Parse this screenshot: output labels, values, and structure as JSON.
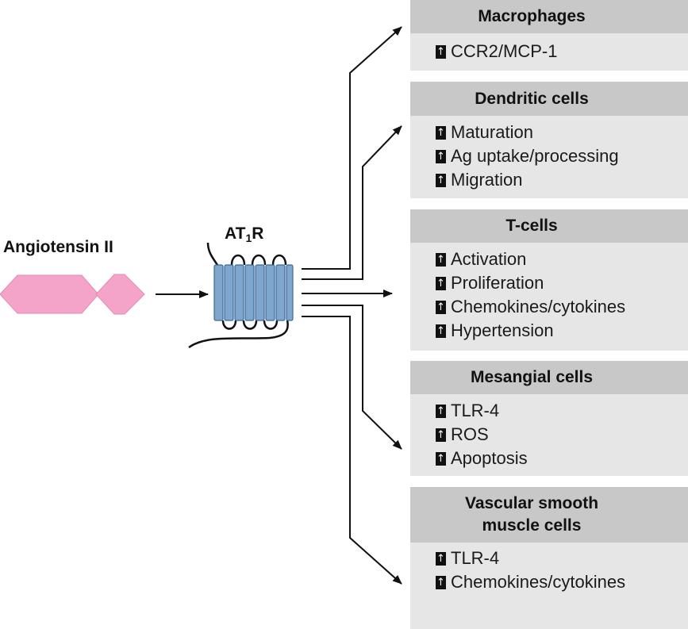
{
  "angiotensin": {
    "label": "Angiotensin II"
  },
  "receptor": {
    "label_main": "AT",
    "label_sub": "1",
    "label_end": "R"
  },
  "colors": {
    "hexagon": "#f4a3c9",
    "hexagon_edge": "#e48ab3",
    "helix": "#7fa6cc",
    "helix_edge": "#3f6a99",
    "box_header": "#c8c8c8",
    "box_body": "#e6e6e6",
    "arrow": "#111111"
  },
  "up_icon": "↑",
  "boxes": [
    {
      "title": "Macrophages",
      "items": [
        "CCR2/MCP-1"
      ]
    },
    {
      "title": "Dendritic cells",
      "items": [
        "Maturation",
        "Ag uptake/processing",
        "Migration"
      ]
    },
    {
      "title": "T-cells",
      "items": [
        "Activation",
        "Proliferation",
        "Chemokines/cytokines",
        "Hypertension"
      ]
    },
    {
      "title": "Mesangial cells",
      "items": [
        "TLR-4",
        "ROS",
        "Apoptosis"
      ]
    },
    {
      "title": "Vascular smooth muscle cells",
      "items": [
        "TLR-4",
        "Chemokines/cytokines"
      ]
    }
  ]
}
